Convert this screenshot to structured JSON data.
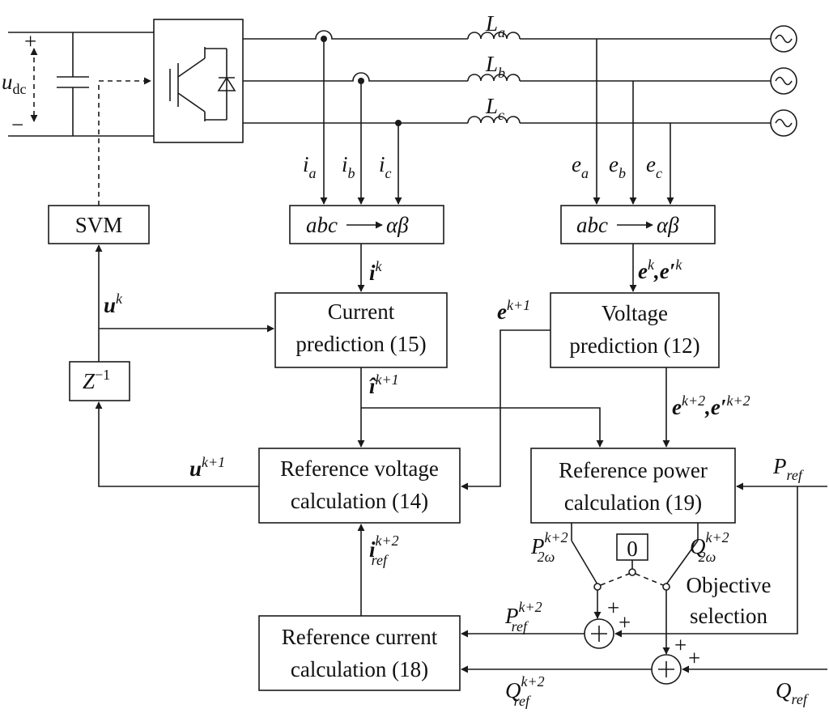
{
  "colors": {
    "line": "#1a1a1a",
    "background": "#ffffff"
  },
  "blocks": {
    "svm": "SVM",
    "delay": "Z",
    "delay_exp": "−1",
    "abc_current": "abc",
    "abc_voltage": "abc",
    "abc_target": "αβ",
    "current_prediction": [
      "Current",
      "prediction (15)"
    ],
    "voltage_prediction": [
      "Voltage",
      "prediction (12)"
    ],
    "reference_voltage": [
      "Reference voltage",
      "calculation (14)"
    ],
    "reference_power": [
      "Reference power",
      "calculation (19)"
    ],
    "reference_current": [
      "Reference current",
      "calculation (18)"
    ],
    "zero_block": "0",
    "objective_selection": [
      "Objective",
      "selection"
    ]
  },
  "labels": {
    "udc": "u",
    "udc_sub": "dc",
    "plus": "+",
    "minus": "−",
    "La": "L",
    "La_sub": "a",
    "Lb": "L",
    "Lb_sub": "b",
    "Lc": "L",
    "Lc_sub": "c",
    "ia": "i",
    "ia_sub": "a",
    "ib": "i",
    "ib_sub": "b",
    "ic": "i",
    "ic_sub": "c",
    "ea": "e",
    "ea_sub": "a",
    "eb": "e",
    "eb_sub": "b",
    "ec": "e",
    "ec_sub": "c",
    "ik": "i",
    "ik_sup": "k",
    "ek_main": "e",
    "ek_sup": "k",
    "ek_sep": ",",
    "ek_prime": "e′",
    "ek_prime_sup": "k",
    "uk": "u",
    "uk_sup": "k",
    "ek1": "e",
    "ek1_sup": "k+1",
    "ihat": "î",
    "ihat_sup": "k+1",
    "ek2": "e",
    "ek2_sup": "k+2",
    "ek2_sep": ",",
    "ek2_prime": "e′",
    "ek2_prime_sup": "k+2",
    "uk1": "u",
    "uk1_sup": "k+1",
    "Pref": "P",
    "Pref_sub": "ref",
    "Qref": "Q",
    "Qref_sub": "ref",
    "iref": "i",
    "iref_sup": "k+2",
    "iref_sub": "ref",
    "P2w": "P",
    "P2w_sup": "k+2",
    "P2w_sub": "2ω",
    "Q2w": "Q",
    "Q2w_sup": "k+2",
    "Q2w_sub": "2ω",
    "Prefk": "P",
    "Prefk_sup": "k+2",
    "Prefk_sub": "ref",
    "Qrefk": "Q",
    "Qrefk_sup": "k+2",
    "Qrefk_sub": "ref",
    "sum_sign": "+"
  }
}
